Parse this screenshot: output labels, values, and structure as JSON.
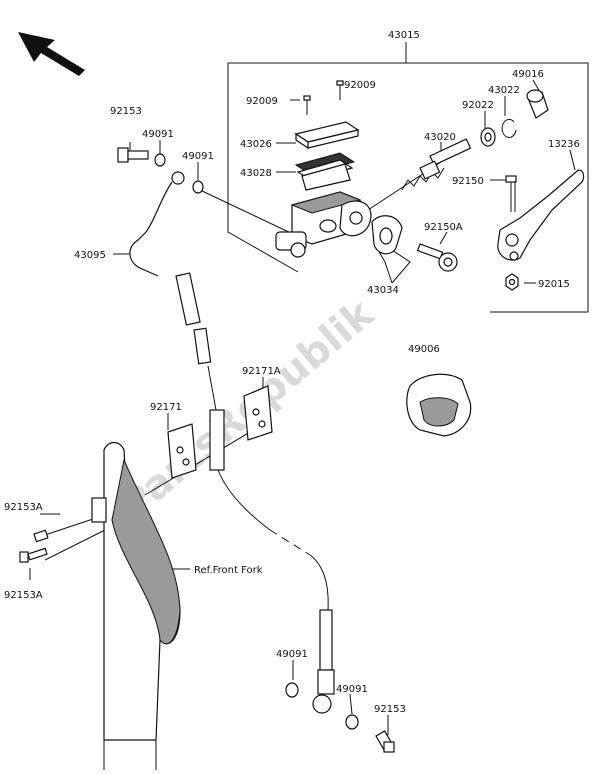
{
  "watermark": "PartsRepublik",
  "reference_text": "Ref.Front Fork",
  "part_labels": {
    "p43015": "43015",
    "p92009a": "92009",
    "p92009b": "92009",
    "p49016": "49016",
    "p43022": "43022",
    "p92022": "92022",
    "p43026": "43026",
    "p43020": "43020",
    "p13236": "13236",
    "p43028": "43028",
    "p92150": "92150",
    "p92150A": "92150A",
    "p43034": "43034",
    "p92015": "92015",
    "p92153_top": "92153",
    "p49091_a": "49091",
    "p49091_b": "49091",
    "p43095": "43095",
    "p49006": "49006",
    "p92171A": "92171A",
    "p92171": "92171",
    "p92153A_a": "92153A",
    "p92153A_b": "92153A",
    "p49091_c": "49091",
    "p49091_d": "49091",
    "p92153_bottom": "92153"
  },
  "icons": {
    "direction_arrow": "front-direction-arrow-icon"
  }
}
